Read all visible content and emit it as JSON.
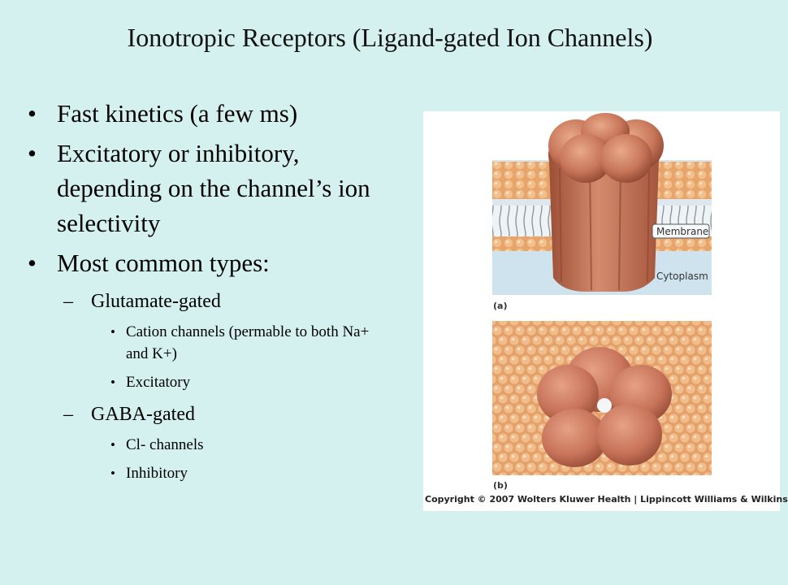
{
  "slide": {
    "title": "Ionotropic Receptors (Ligand-gated Ion Channels)"
  },
  "bullets": [
    {
      "text": "Fast kinetics (a few ms)"
    },
    {
      "text": "Excitatory or inhibitory, depending on the channel’s ion selectivity"
    },
    {
      "text": "Most common types:"
    }
  ],
  "types": [
    {
      "label": "Glutamate-gated",
      "items": [
        "Cation channels (permable to both Na+ and K+)",
        "Excitatory"
      ]
    },
    {
      "label": "GABA-gated",
      "items": [
        "Cl- channels",
        "Inhibitory"
      ]
    }
  ],
  "figure": {
    "membrane_label": "Membrane",
    "cytoplasm_label": "Cytoplasm",
    "panel_a_label": "(a)",
    "panel_b_label": "(b)",
    "copyright": "Copyright © 2007 Wolters Kluwer Health | Lippincott Williams & Wilkins"
  },
  "colors": {
    "background": "#d4f1f0",
    "protein": "#c8765a",
    "lipid_head": "#f0bc86",
    "cytoplasm": "#d3e6f0"
  },
  "bullet_symbols": {
    "dot": "•",
    "dash": "–"
  }
}
